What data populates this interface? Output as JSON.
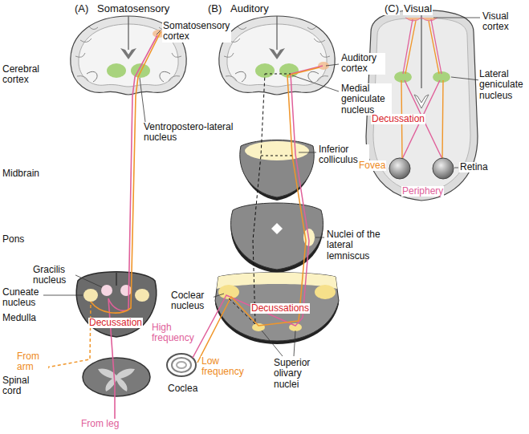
{
  "diagram": {
    "labels": [
      "(A)",
      "Somatosensory",
      "(B)",
      "Auditory",
      "(C)",
      "Visual",
      "Somatosensory cortex",
      "Visual cortex",
      "Cerebral cortex",
      "Auditory cortex",
      "Lateral geniculate nucleus",
      "Medial geniculate nucleus",
      "Decussation",
      "Ventropostero-lateral nucleus",
      "Inferior colliculus",
      "Fovea",
      "Retina",
      "Midbrain",
      "Periphery",
      "Pons",
      "Nuclei of the lateral lemniscus",
      "Gracilis nucleus",
      "Cuneate nucleus",
      "Coclear nucleus",
      "Medulla",
      "Decussations",
      "Decussation",
      "High frequency",
      "Low frequency",
      "From arm",
      "Coclea",
      "Superior olivary nuclei",
      "Spinal cord",
      "From leg"
    ]
  }
}
